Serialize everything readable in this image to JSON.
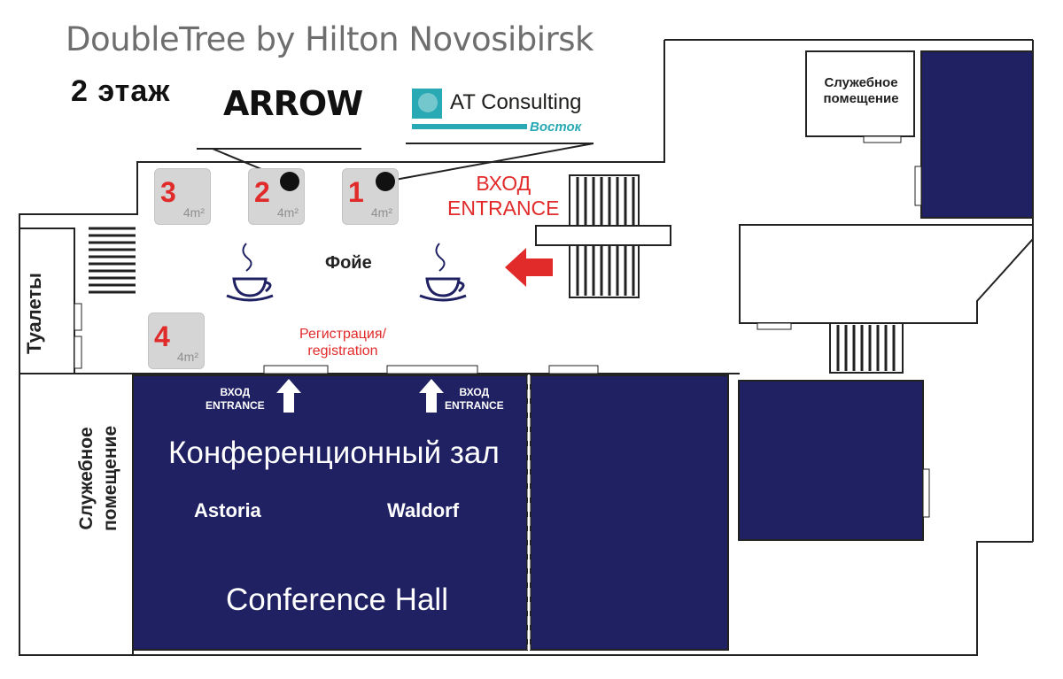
{
  "title": "DoubleTree by Hilton Novosibirsk",
  "floor": "2 этаж",
  "sponsors": {
    "arrow": "ARROW",
    "at_consulting": {
      "name": "AT Consulting",
      "sub": "Восток"
    }
  },
  "booths": [
    {
      "number": "1",
      "area": "4m²"
    },
    {
      "number": "2",
      "area": "4m²"
    },
    {
      "number": "3",
      "area": "4m²"
    },
    {
      "number": "4",
      "area": "4m²"
    }
  ],
  "entrance": {
    "ru": "ВХОД",
    "en": "ENTRANCE"
  },
  "foyer": "Фойе",
  "registration": {
    "ru": "Регистрация/",
    "en": "registration"
  },
  "toilets": "Туалеты",
  "service_room": {
    "line1": "Служебное",
    "line2": "помещение"
  },
  "hall": {
    "name_ru": "Конференционный зал",
    "name_en": "Conference Hall",
    "rooms": [
      "Astoria",
      "Waldorf"
    ],
    "entrance_ru": "ВХОД",
    "entrance_en": "ENTRANCE"
  },
  "icons": [
    "coffee-cup-icon",
    "entrance-arrow-icon",
    "up-arrow-icon",
    "staircase-icon"
  ],
  "colors": {
    "hall": "#1f2163",
    "booth": "#d5d5d5",
    "accent_red": "#e12a2a",
    "at_consulting_teal": "#28a9b3",
    "wall": "#222222"
  }
}
